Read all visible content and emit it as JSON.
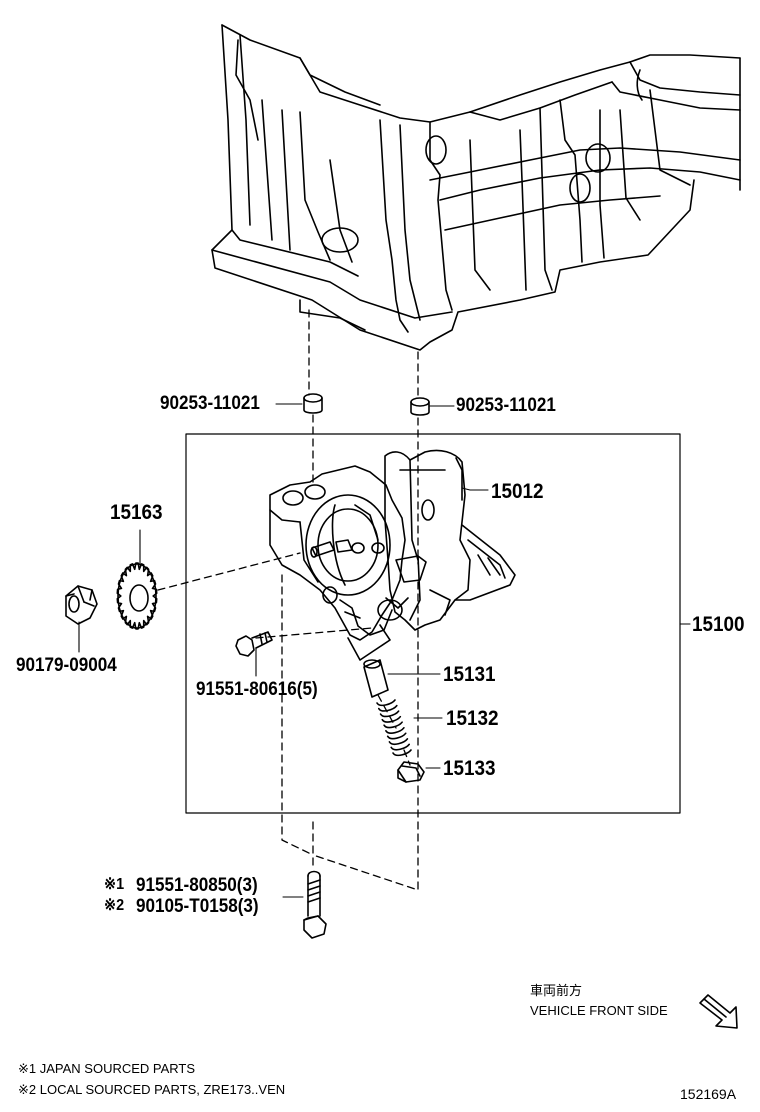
{
  "parts": {
    "bolt_left": "90253-11021",
    "bolt_right": "90253-11021",
    "cover": "15012",
    "sprocket": "15163",
    "assembly": "15100",
    "nut": "90179-09004",
    "pump_bolt": "91551-80616(5)",
    "valve": "15131",
    "spring": "15132",
    "plug": "15133",
    "bolt_a_mark": "※1",
    "bolt_a": "91551-80850(3)",
    "bolt_b_mark": "※2",
    "bolt_b": "90105-T0158(3)"
  },
  "direction": {
    "japanese": "車両前方",
    "english": "VEHICLE FRONT SIDE"
  },
  "notes": {
    "note1": "※1 JAPAN SOURCED PARTS",
    "note2": "※2 LOCAL SOURCED PARTS, ZRE173..VEN"
  },
  "figure_id": "152169A"
}
